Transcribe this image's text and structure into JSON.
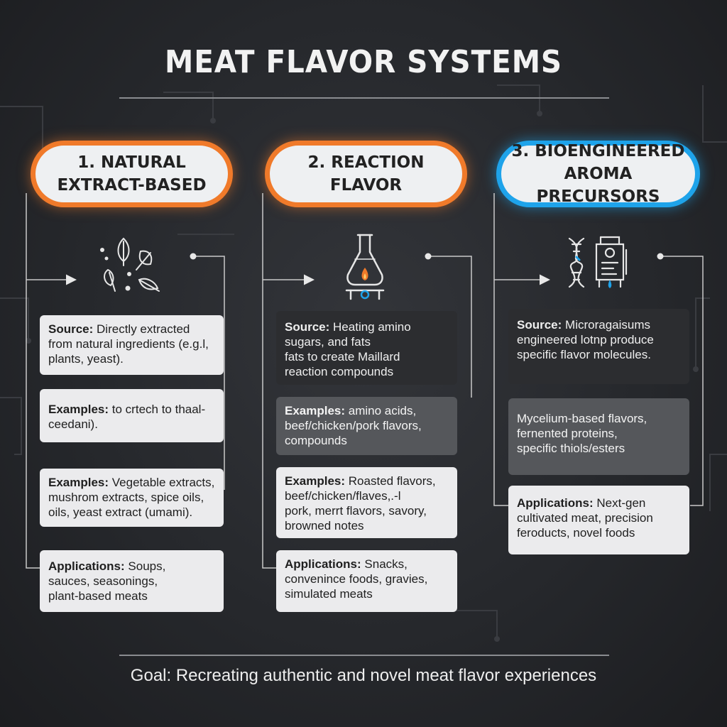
{
  "title": "MEAT FLAVOR SYSTEMS",
  "goal": "Goal: Recreating authentic and novel meat flavor experiences",
  "colors": {
    "orange": "#f07a2a",
    "blue": "#1ea3ea",
    "background": "#26282c"
  },
  "columns": [
    {
      "header": "1. NATURAL\nEXTRACT-BASED",
      "icon": "herbs-leaves-icon",
      "cards": [
        {
          "label": "Source:",
          "lines": [
            "Directly extracted",
            "from natural ingredients (e.g.l,",
            "plants, yeast)."
          ]
        },
        {
          "label": "Examples:",
          "lines": [
            "to crtech to thaal-",
            "ceedani)."
          ]
        },
        {
          "label": "Examples:",
          "lines": [
            "Vegetable extracts,",
            "mushrom extracts, spice oils,",
            "oils, yeast extract (umami)."
          ]
        },
        {
          "label": "Applications:",
          "lines": [
            "Soups,",
            "sauces, seasonings,",
            "plant-based meats"
          ]
        }
      ]
    },
    {
      "header": "2. REACTION\nFLAVOR",
      "icon": "flask-burner-icon",
      "cards": [
        {
          "label": "Source:",
          "lines": [
            "Heating amino",
            "sugars, and fats",
            "fats to create Maillard",
            "reaction compounds"
          ]
        },
        {
          "label": "Examples:",
          "lines": [
            "amino acids,",
            "beef/chicken/pork flavors,",
            "compounds"
          ]
        },
        {
          "label": "Examples:",
          "lines": [
            "Roasted flavors,",
            "beef/chicken/flaves,.-l",
            "pork, merrt flavors, savory,",
            "browned notes"
          ]
        },
        {
          "label": "Applications:",
          "lines": [
            "Snacks,",
            "convenince foods, gravies,",
            "simulated meats"
          ]
        }
      ]
    },
    {
      "header": "3. BIOENGINEERED\nAROMA PRECURSORS",
      "icon": "dna-bioreactor-icon",
      "cards": [
        {
          "label": "Source:",
          "lines": [
            "Microragaisums",
            "engineered lotnp produce",
            "specific flavor molecules."
          ]
        },
        {
          "label": "",
          "lines": [
            "Mycelium-based flavors,",
            "fernented proteins,",
            "specific thiols/esters"
          ]
        },
        {
          "label": "Applications:",
          "lines": [
            "Next-gen",
            "cultivated meat, precision",
            "feroducts, novel foods"
          ]
        }
      ]
    }
  ]
}
